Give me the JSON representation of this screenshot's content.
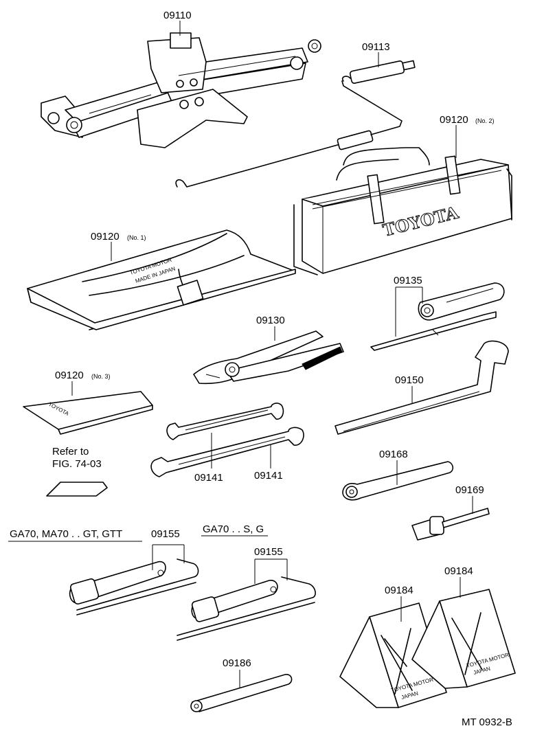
{
  "parts": {
    "jack": "09110",
    "handle": "09113",
    "bag_no2": "09120",
    "bag_no2_suffix": "(No. 2)",
    "bag_no1": "09120",
    "bag_no1_suffix": "(No. 1)",
    "pouch_no3": "09120",
    "pouch_no3_suffix": "(No. 3)",
    "screwdriver": "09135",
    "pliers": "09130",
    "lug_wrench": "09150",
    "wrench_a": "09141",
    "wrench_b": "09141",
    "ratchet": "09168",
    "extension": "09169",
    "plug_wrench_a": "09155",
    "plug_wrench_b": "09155",
    "bar": "09186",
    "chock_a": "09184",
    "chock_b": "09184"
  },
  "refer": {
    "line1": "Refer to",
    "line2": "FIG. 74-03"
  },
  "groups": {
    "left": "GA70, MA70 . . GT, GTT",
    "right": "GA70 . . S, G"
  },
  "imprints": {
    "bag_brand": "TOYOTA",
    "pouch_line1": "TOYOTA MOTOR",
    "pouch_line2": "MADE IN JAPAN",
    "small_pouch": "TOYOTA",
    "chock_line1": "TOYOTA MOTOR",
    "chock_line2": "JAPAN"
  },
  "footer": {
    "code": "MT  0932-B"
  }
}
